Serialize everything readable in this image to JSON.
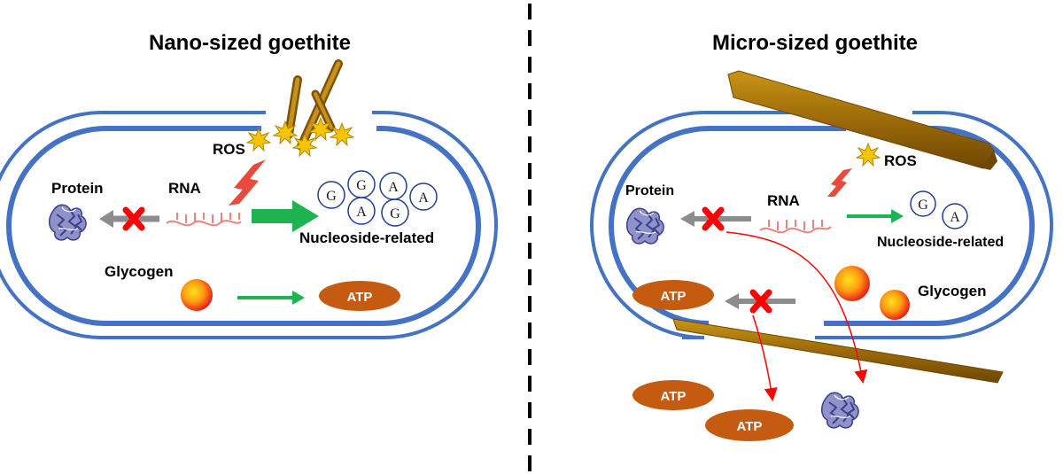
{
  "colors": {
    "membrane": "#4472c4",
    "atp_fill": "#c55a11",
    "arrow_green": "#1db34f",
    "arrow_gray": "#8c8c8c",
    "cross_red": "#ff0000",
    "bolt_red": "#e84b3c",
    "ros_yellow": "#f6c400",
    "rod_brown": "#a9740c",
    "rna_pink": "#e8837d",
    "protein_blue": "#3d3f8f",
    "divider": "#000000"
  },
  "icons": [
    "ros-burst-icon",
    "lightning-bolt-icon",
    "protein-icon",
    "rna-strand-icon",
    "glycogen-sphere-icon",
    "block-cross-icon",
    "goethite-rod-icon"
  ],
  "left": {
    "title": "Nano-sized goethite",
    "ros": "ROS",
    "protein": "Protein",
    "rna": "RNA",
    "nucleoside": "Nucleoside-related",
    "glycogen": "Glycogen",
    "atp": "ATP",
    "nucleosides": [
      "G",
      "G",
      "A",
      "A",
      "A",
      "G"
    ]
  },
  "right": {
    "title": "Micro-sized goethite",
    "ros": "ROS",
    "protein": "Protein",
    "rna": "RNA",
    "nucleoside": "Nucleoside-related",
    "glycogen": "Glycogen",
    "atp_inside": "ATP",
    "atp_out_1": "ATP",
    "atp_out_2": "ATP",
    "nucleosides": [
      "G",
      "A"
    ]
  }
}
